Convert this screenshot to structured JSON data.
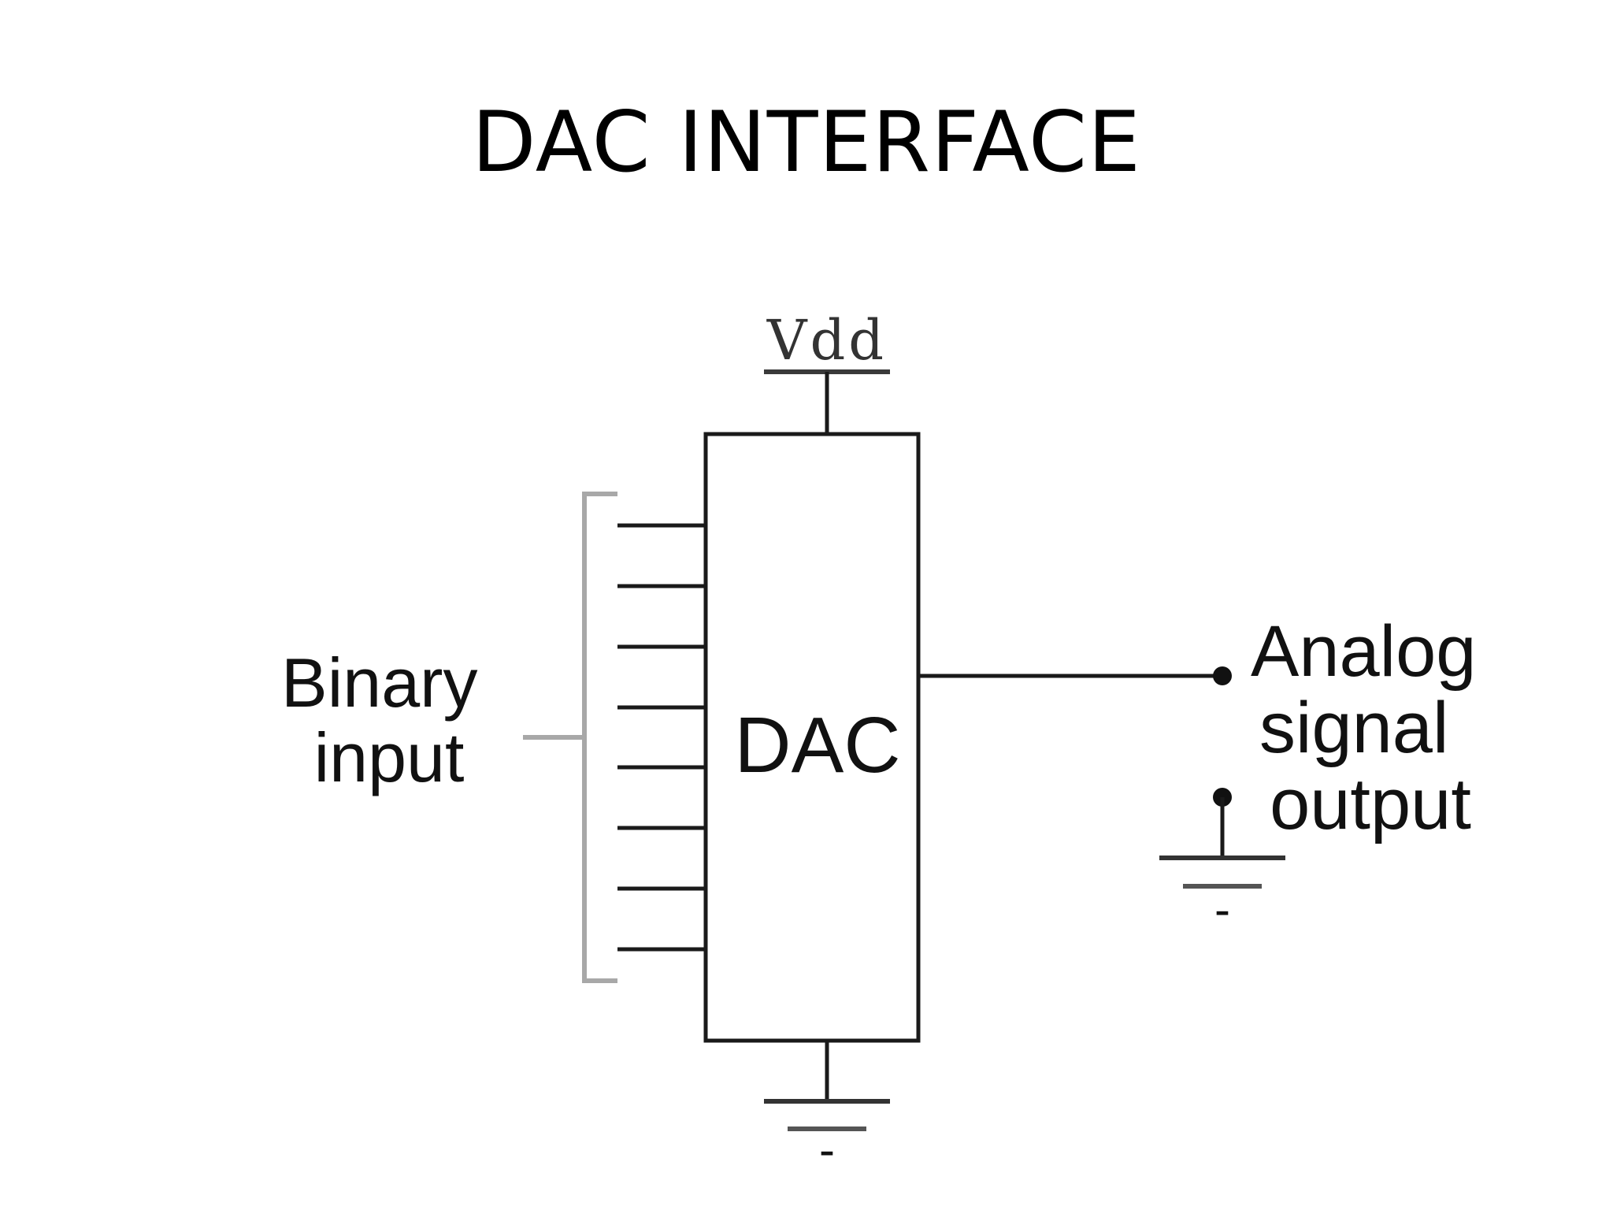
{
  "title": "DAC INTERFACE",
  "diagram": {
    "supply_label": "Vdd",
    "block_label": "DAC",
    "input_label_line1": "Binary",
    "input_label_line2": "input",
    "output_label_line1": "Analog",
    "output_label_line2": "signal",
    "output_label_line3": "output",
    "ground_symbol": "-",
    "input_line_count": 8,
    "colors": {
      "stroke": "#1a1a1a",
      "bracket": "#a8a8a8",
      "text": "#111111"
    }
  }
}
